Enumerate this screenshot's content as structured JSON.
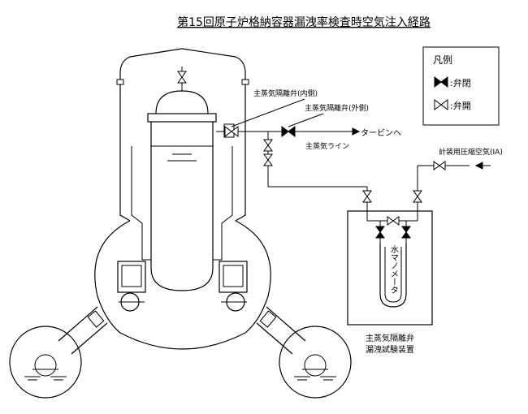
{
  "title": "第15回原子炉格納容器漏洩率検査時空気注入経路",
  "legend": {
    "heading": "凡例",
    "closed_label": ":弁閉",
    "open_label": ":弁開"
  },
  "labels": {
    "msiv_inner": "主蒸気隔離弁(内側)",
    "msiv_outer": "主蒸気隔離弁(外側)",
    "to_turbine": "タービンへ",
    "steam_line": "主蒸気ライン",
    "instrument_air": "計装用圧縮空気(IA)",
    "manometer": "水マノメータ",
    "test_device_line1": "主蒸気隔離弁",
    "test_device_line2": "漏洩試験装置"
  },
  "colors": {
    "line": "#000000",
    "background": "#ffffff"
  }
}
